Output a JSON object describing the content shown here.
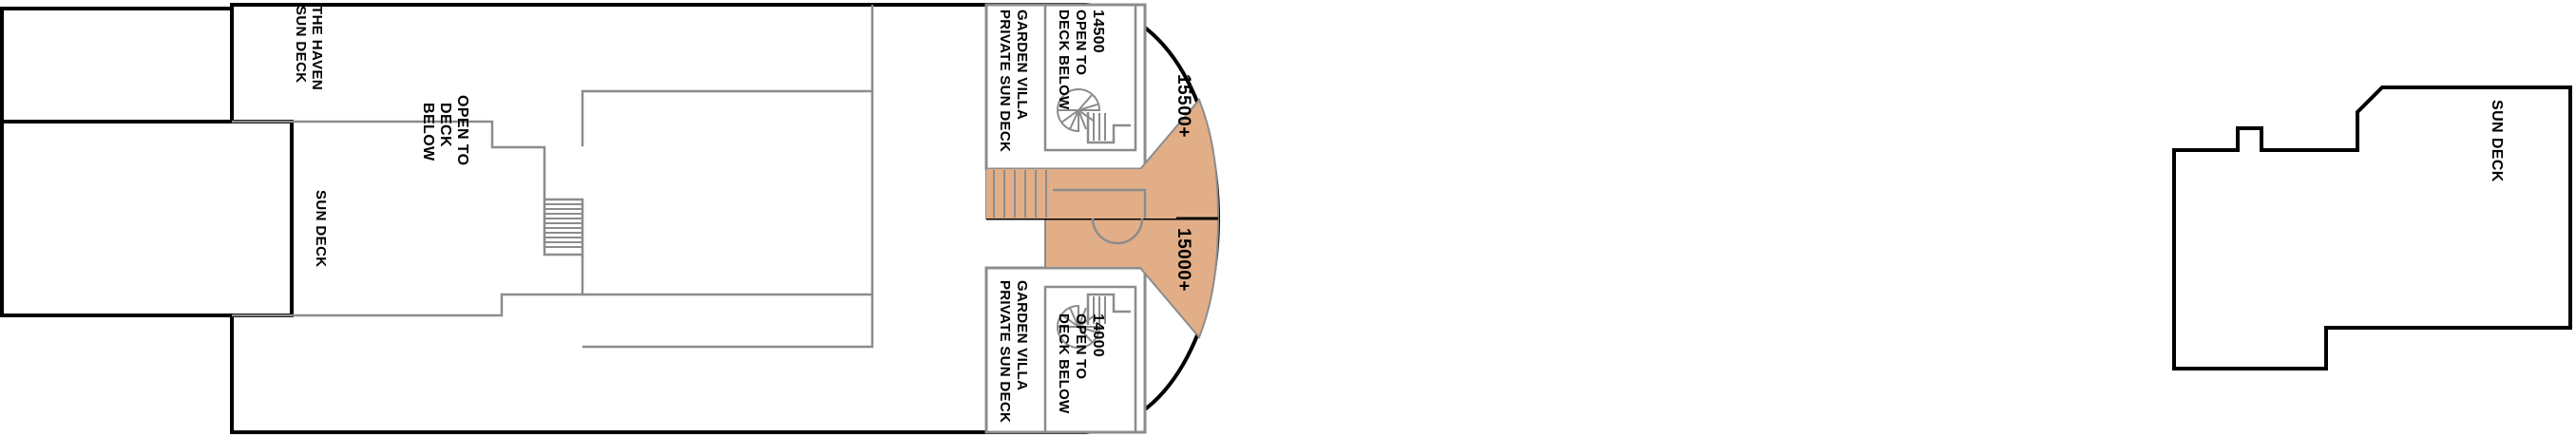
{
  "document": {
    "kind": "cruise-ship-deck-plan",
    "orientation": "horizontal"
  },
  "colors": {
    "hull_stroke": "#000000",
    "room_stroke": "#8c8c8c",
    "suite_fill": "#e2ae87",
    "background": "#ffffff",
    "label_text": "#000000"
  },
  "labels": {
    "haven_sun_deck": "THE HAVEN\nSUN DECK",
    "haven_sun_deck_line1": "THE HAVEN",
    "haven_sun_deck_line2": "SUN DECK",
    "open_to_deck_below_line1": "OPEN TO",
    "open_to_deck_below_line2": "DECK",
    "open_to_deck_below_line3": "BELOW",
    "sun_deck_main": "SUN DECK",
    "sun_deck_aft": "SUN DECK"
  },
  "cabins": [
    {
      "id": "14500",
      "number": "14500",
      "line2": "OPEN TO",
      "line3": "DECK BELOW",
      "position": "upper-center",
      "has_spiral_stair": true
    },
    {
      "id": "14000",
      "number": "14000",
      "line2": "OPEN TO",
      "line3": "DECK BELOW",
      "position": "lower-center",
      "has_spiral_stair": true
    }
  ],
  "garden_villas": [
    {
      "id": "garden-villa-upper",
      "line1": "GARDEN VILLA",
      "line2": "PRIVATE SUN DECK",
      "position": "upper-center"
    },
    {
      "id": "garden-villa-lower",
      "line1": "GARDEN VILLA",
      "line2": "PRIVATE SUN DECK",
      "position": "lower-center"
    }
  ],
  "suite_zones": [
    {
      "id": "15500",
      "label": "15500+",
      "position": "upper-aft",
      "fill": "#e2ae87"
    },
    {
      "id": "15000",
      "label": "15000+",
      "position": "lower-aft",
      "fill": "#e2ae87"
    }
  ],
  "deck_areas": [
    {
      "id": "haven-sun-deck",
      "label": "THE HAVEN SUN DECK"
    },
    {
      "id": "open-to-deck-below-center",
      "label": "OPEN TO DECK BELOW"
    },
    {
      "id": "sun-deck-forward",
      "label": "SUN DECK"
    },
    {
      "id": "sun-deck-aft-section",
      "label": "SUN DECK"
    }
  ]
}
